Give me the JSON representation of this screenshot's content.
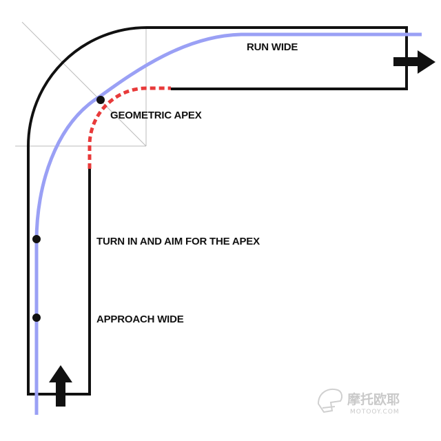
{
  "labels": {
    "run_wide": "RUN WIDE",
    "geometric_apex": "GEOMETRIC APEX",
    "turn_in": "TURN IN AND AIM FOR THE APEX",
    "approach_wide": "APPROACH WIDE"
  },
  "watermark": {
    "chinese": "摩托欧耶",
    "site": "MOTOOY.COM"
  },
  "colors": {
    "track_outline": "#111111",
    "racing_line": "#9aa0f5",
    "inside_curb": "#e83a3a",
    "construction_lines": "#bbbbbb",
    "markers": "#111111",
    "arrows": "#111111",
    "watermark": "#c9c9c9"
  },
  "icons": {
    "entry_arrow": "arrow-up-icon",
    "exit_arrow": "arrow-right-icon",
    "watermark_logo": "helmet-logo-icon"
  }
}
